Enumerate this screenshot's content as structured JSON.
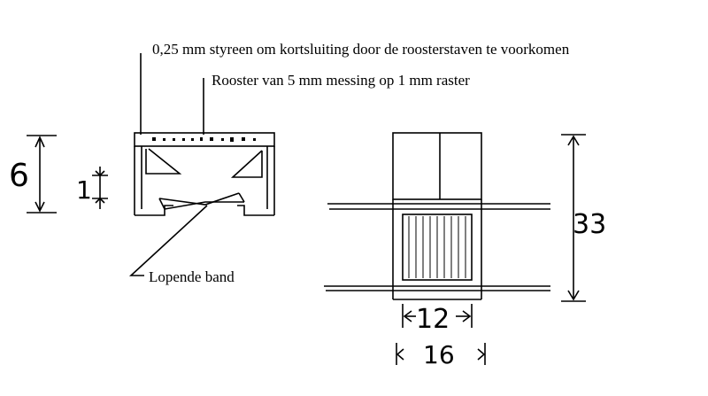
{
  "labels": {
    "styrene": "0,25 mm styreen om kortsluiting door de roosterstaven te voorkomen",
    "grid": "Rooster van 5 mm messing op 1 mm raster",
    "belt": "Lopende band"
  },
  "dimensions": {
    "height_6": "6",
    "height_1": "1",
    "length_33": "33",
    "width_12": "12",
    "width_16": "16"
  }
}
